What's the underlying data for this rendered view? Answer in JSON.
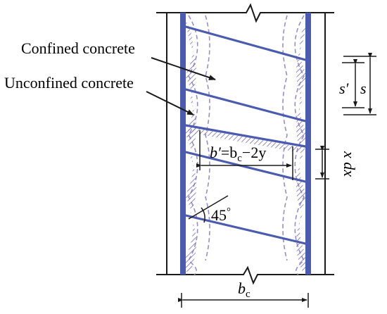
{
  "labels": {
    "confined": "Confined concrete",
    "unconfined": "Unconfined concrete",
    "b_prime": "b′",
    "b_eq": "=b",
    "b_sub": "c",
    "b_rest": "−2y",
    "angle": "45",
    "angle_deg": "°",
    "s_prime": "s′",
    "s": "s",
    "x_dx": "x dx",
    "bc_main": "b",
    "bc_sub": "c"
  },
  "colors": {
    "steel": "#4a5bb0",
    "hatch": "#7a6cb0",
    "line": "#1a1a1a"
  }
}
